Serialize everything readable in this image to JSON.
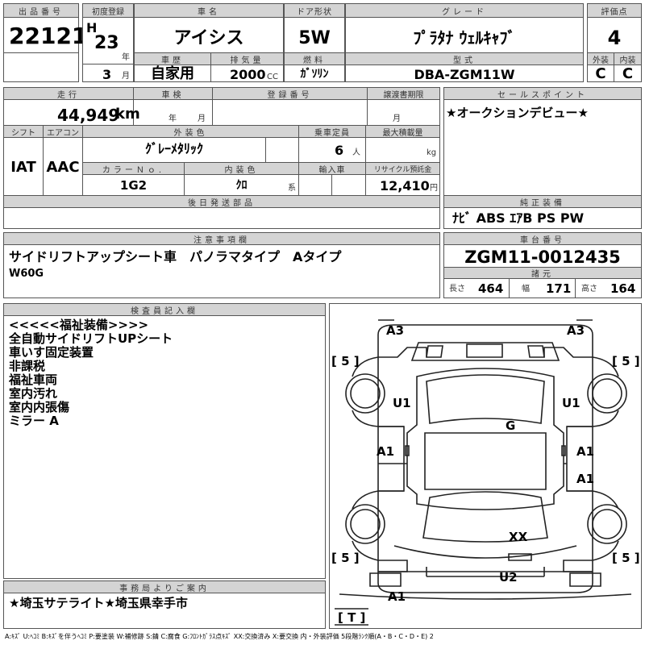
{
  "labels": {
    "lot_no": "出品番号",
    "first_reg": "初度登録",
    "car_name": "車名",
    "door": "ドア形状",
    "grade": "グレード",
    "score": "評価点",
    "era": "H",
    "year_unit": "年",
    "month_unit": "月",
    "history": "車歴",
    "displacement": "排気量",
    "cc": "CC",
    "fuel": "燃料",
    "model_type": "型式",
    "exterior_score": "外装",
    "interior_score": "内装",
    "mileage": "走行",
    "km": "km",
    "inspection": "車検",
    "registration_no": "登録番号",
    "transfer_deadline": "譲渡書期限",
    "sales_point": "セールスポイント",
    "shift": "シフト",
    "aircon": "エアコン",
    "ext_color": "外装色",
    "capacity": "乗車定員",
    "max_load": "最大積載量",
    "person_unit": "人",
    "kg": "kg",
    "color_no": "カラーＮｏ.",
    "int_color": "内装色",
    "int_color_suffix": "系",
    "import": "輸入車",
    "recycle": "リサイクル預託金",
    "yen": "円",
    "later_parts": "後日発送部品",
    "standard_equipment": "純正装備",
    "notes": "注意事項欄",
    "chassis_no": "車台番号",
    "dimensions": "諸元",
    "length": "長さ",
    "width": "幅",
    "height": "高さ",
    "inspector": "検査員記入欄",
    "office_info": "事務局よりご案内"
  },
  "values": {
    "lot_no": "22121",
    "year": "23",
    "month": "3",
    "car_name": "アイシス",
    "door": "5W",
    "grade": "ﾌﾟﾗﾀﾅ ｳｪﾙｷｬﾌﾞ",
    "score": "4",
    "history": "自家用",
    "displacement": "2000",
    "fuel": "ｶﾞｿﾘﾝ",
    "model_type": "DBA-ZGM11W",
    "exterior_score": "C",
    "interior_score": "C",
    "mileage": "44,949",
    "ext_color": "ｸﾞﾚｰﾒﾀﾘｯｸ",
    "capacity": "6",
    "shift": "IAT",
    "aircon": "AAC",
    "color_no": "1G2",
    "int_color": "ｸﾛ",
    "recycle": "12,410",
    "sales_point": "★オークションデビュー★",
    "standard_equipment": "ﾅﾋﾞ ABS ｴｱB PS PW",
    "notes_line1": "サイドリフトアップシート車　パノラマタイプ　Aタイプ",
    "notes_line2": "W60G",
    "chassis_no": "ZGM11-0012435",
    "length": "464",
    "width": "171",
    "height": "164",
    "office_info": "★埼玉サテライト★埼玉県幸手市"
  },
  "inspector_notes": [
    "<<<<<福祉装備>>>>",
    "全自動サイドリフトUPシート",
    "車いす固定装置",
    "非課税",
    "福祉車両",
    "室内汚れ",
    "室内内張傷",
    "ミラー A"
  ],
  "damage_marks": {
    "a3_left": "A3",
    "a3_right": "A3",
    "five_tl": "[ 5 ]",
    "five_tr": "[ 5 ]",
    "five_bl": "[ 5 ]",
    "five_br": "[ 5 ]",
    "u1_left": "U1",
    "u1_right": "U1",
    "g": "G",
    "a1_left": "A1",
    "a1_right_upper": "A1",
    "a1_right_lower": "A1",
    "xx": "XX",
    "u2": "U2",
    "a1_bottom": "A1",
    "t": "[ T ]"
  },
  "legend": "A:ｷｽﾞ U:ﾍｺﾐ B:ｷｽﾞを伴うﾍｺﾐ P:要塗装 W:補修跡 S:錆 C:腐食 G:ﾌﾛﾝﾄｶﾞﾗｽ点ｷｽﾞ XX:交換済み X:要交換 内・外装評価 5段階ﾗﾝｸ順(A・B・C・D・E) 2"
}
